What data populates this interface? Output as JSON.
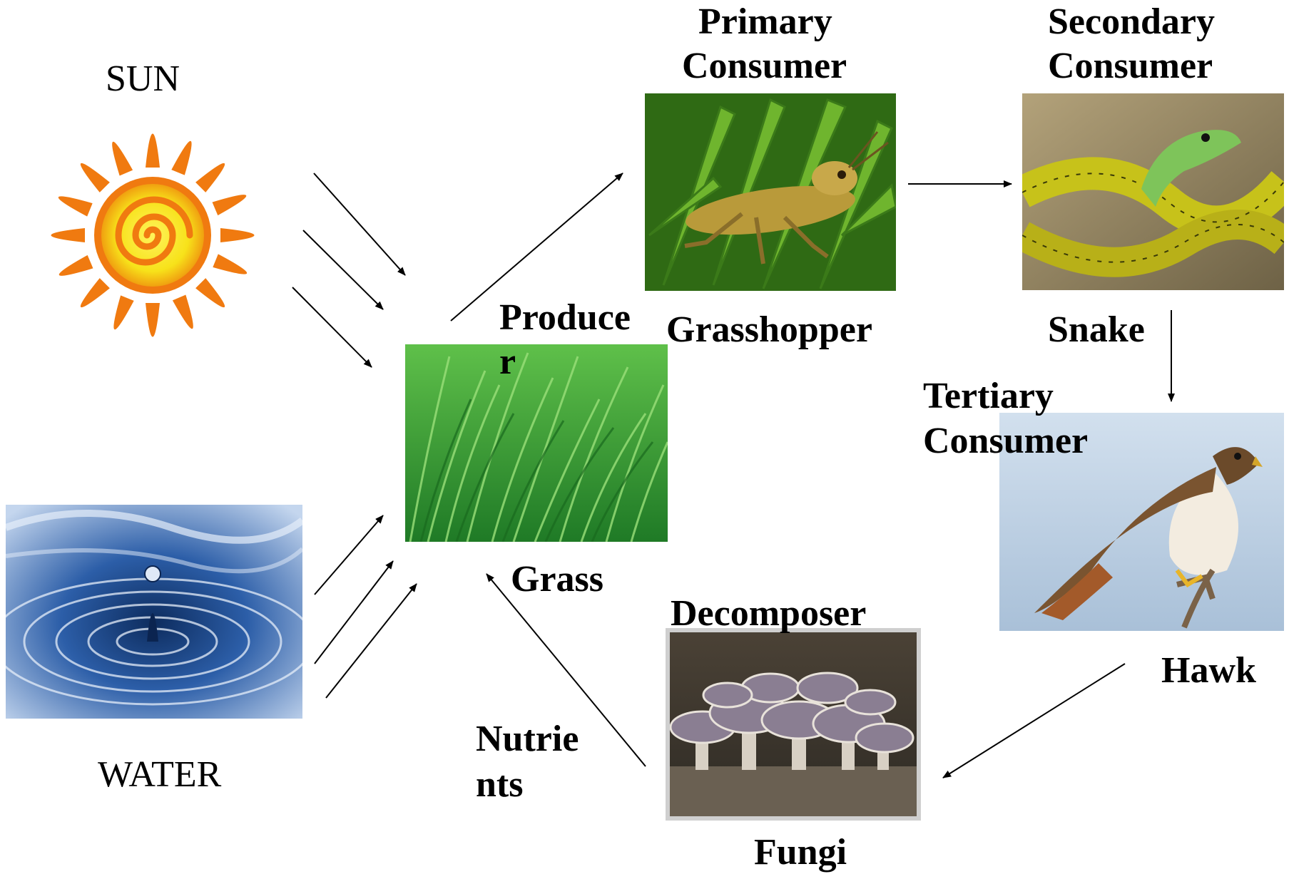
{
  "labels": {
    "sun": "SUN",
    "water": "WATER",
    "producer_line1": "Produce",
    "producer_line2": "r",
    "grass": "Grass",
    "primary_line1": "Primary",
    "primary_line2": "Consumer",
    "grasshopper": "Grasshopper",
    "secondary_line1": "Secondary",
    "secondary_line2": "Consumer",
    "snake": "Snake",
    "tertiary_line1": "Tertiary",
    "tertiary_line2": "Consumer",
    "hawk": "Hawk",
    "decomposer": "Decomposer",
    "fungi": "Fungi",
    "nutrients_line1": "Nutrie",
    "nutrients_line2": "nts"
  },
  "icons": {
    "sun": "sun-icon",
    "water": "water-drop-icon",
    "grass": "grass-icon",
    "grasshopper": "grasshopper-icon",
    "snake": "snake-icon",
    "hawk": "hawk-icon",
    "fungi": "mushroom-icon"
  },
  "colors": {
    "sun_rays": "#f07a10",
    "sun_core": "#f7e21a",
    "water": "#2c5ea8",
    "grass": "#3aa63a",
    "leaf": "#4a8c1e",
    "snake": "#c7c21a",
    "hawk_sky": "#b9cde0",
    "mushroom": "#8a7e92"
  }
}
